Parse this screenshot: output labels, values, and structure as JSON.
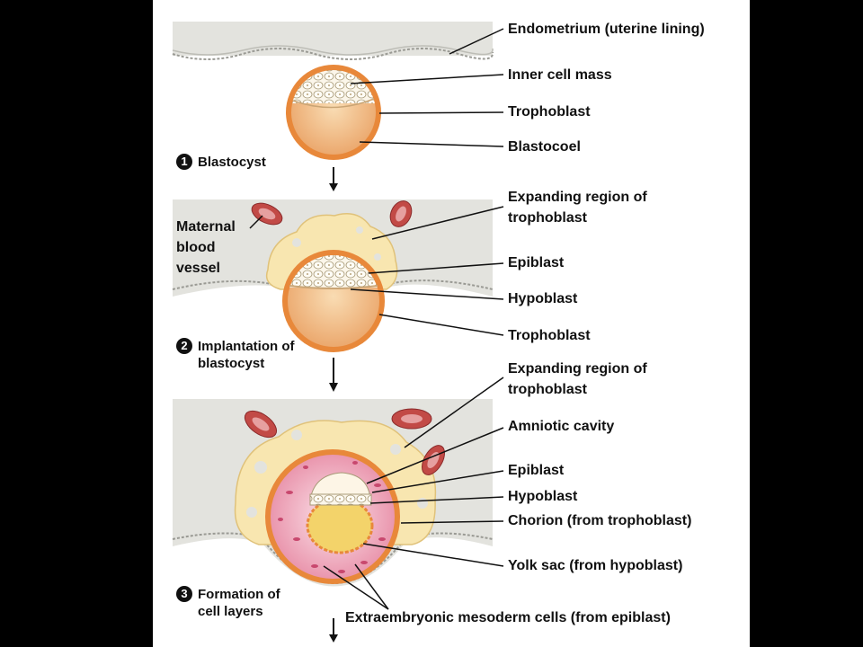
{
  "labels": {
    "endometrium": "Endometrium (uterine lining)",
    "inner_cell_mass": "Inner cell mass",
    "trophoblast_1": "Trophoblast",
    "blastocoel": "Blastocoel",
    "expanding_2": "Expanding region of trophoblast",
    "epiblast_2": "Epiblast",
    "hypoblast_2": "Hypoblast",
    "trophoblast_2": "Trophoblast",
    "maternal_blood_vessel": "Maternal blood vessel",
    "expanding_3": "Expanding region of trophoblast",
    "amniotic_cavity": "Amniotic cavity",
    "epiblast_3": "Epiblast",
    "hypoblast_3": "Hypoblast",
    "chorion": "Chorion (from trophoblast)",
    "yolk_sac": "Yolk sac (from hypoblast)",
    "extraembryonic": "Extraembryonic mesoderm cells (from epiblast)"
  },
  "steps": [
    {
      "number": "1",
      "text": "Blastocyst"
    },
    {
      "number": "2",
      "text": "Implantation of blastocyst"
    },
    {
      "number": "3",
      "text": "Formation of cell layers"
    }
  ],
  "colors": {
    "background": "#000000",
    "panel": "#ffffff",
    "endometrium": "#e3e3de",
    "trophoblast": "#e8883a",
    "blastocoel": "#f3c089",
    "expanding_region": "#f8e6b0",
    "blood_vessel": "#c24a46",
    "yolk_sac_tissue": "#e9a2b5"
  }
}
